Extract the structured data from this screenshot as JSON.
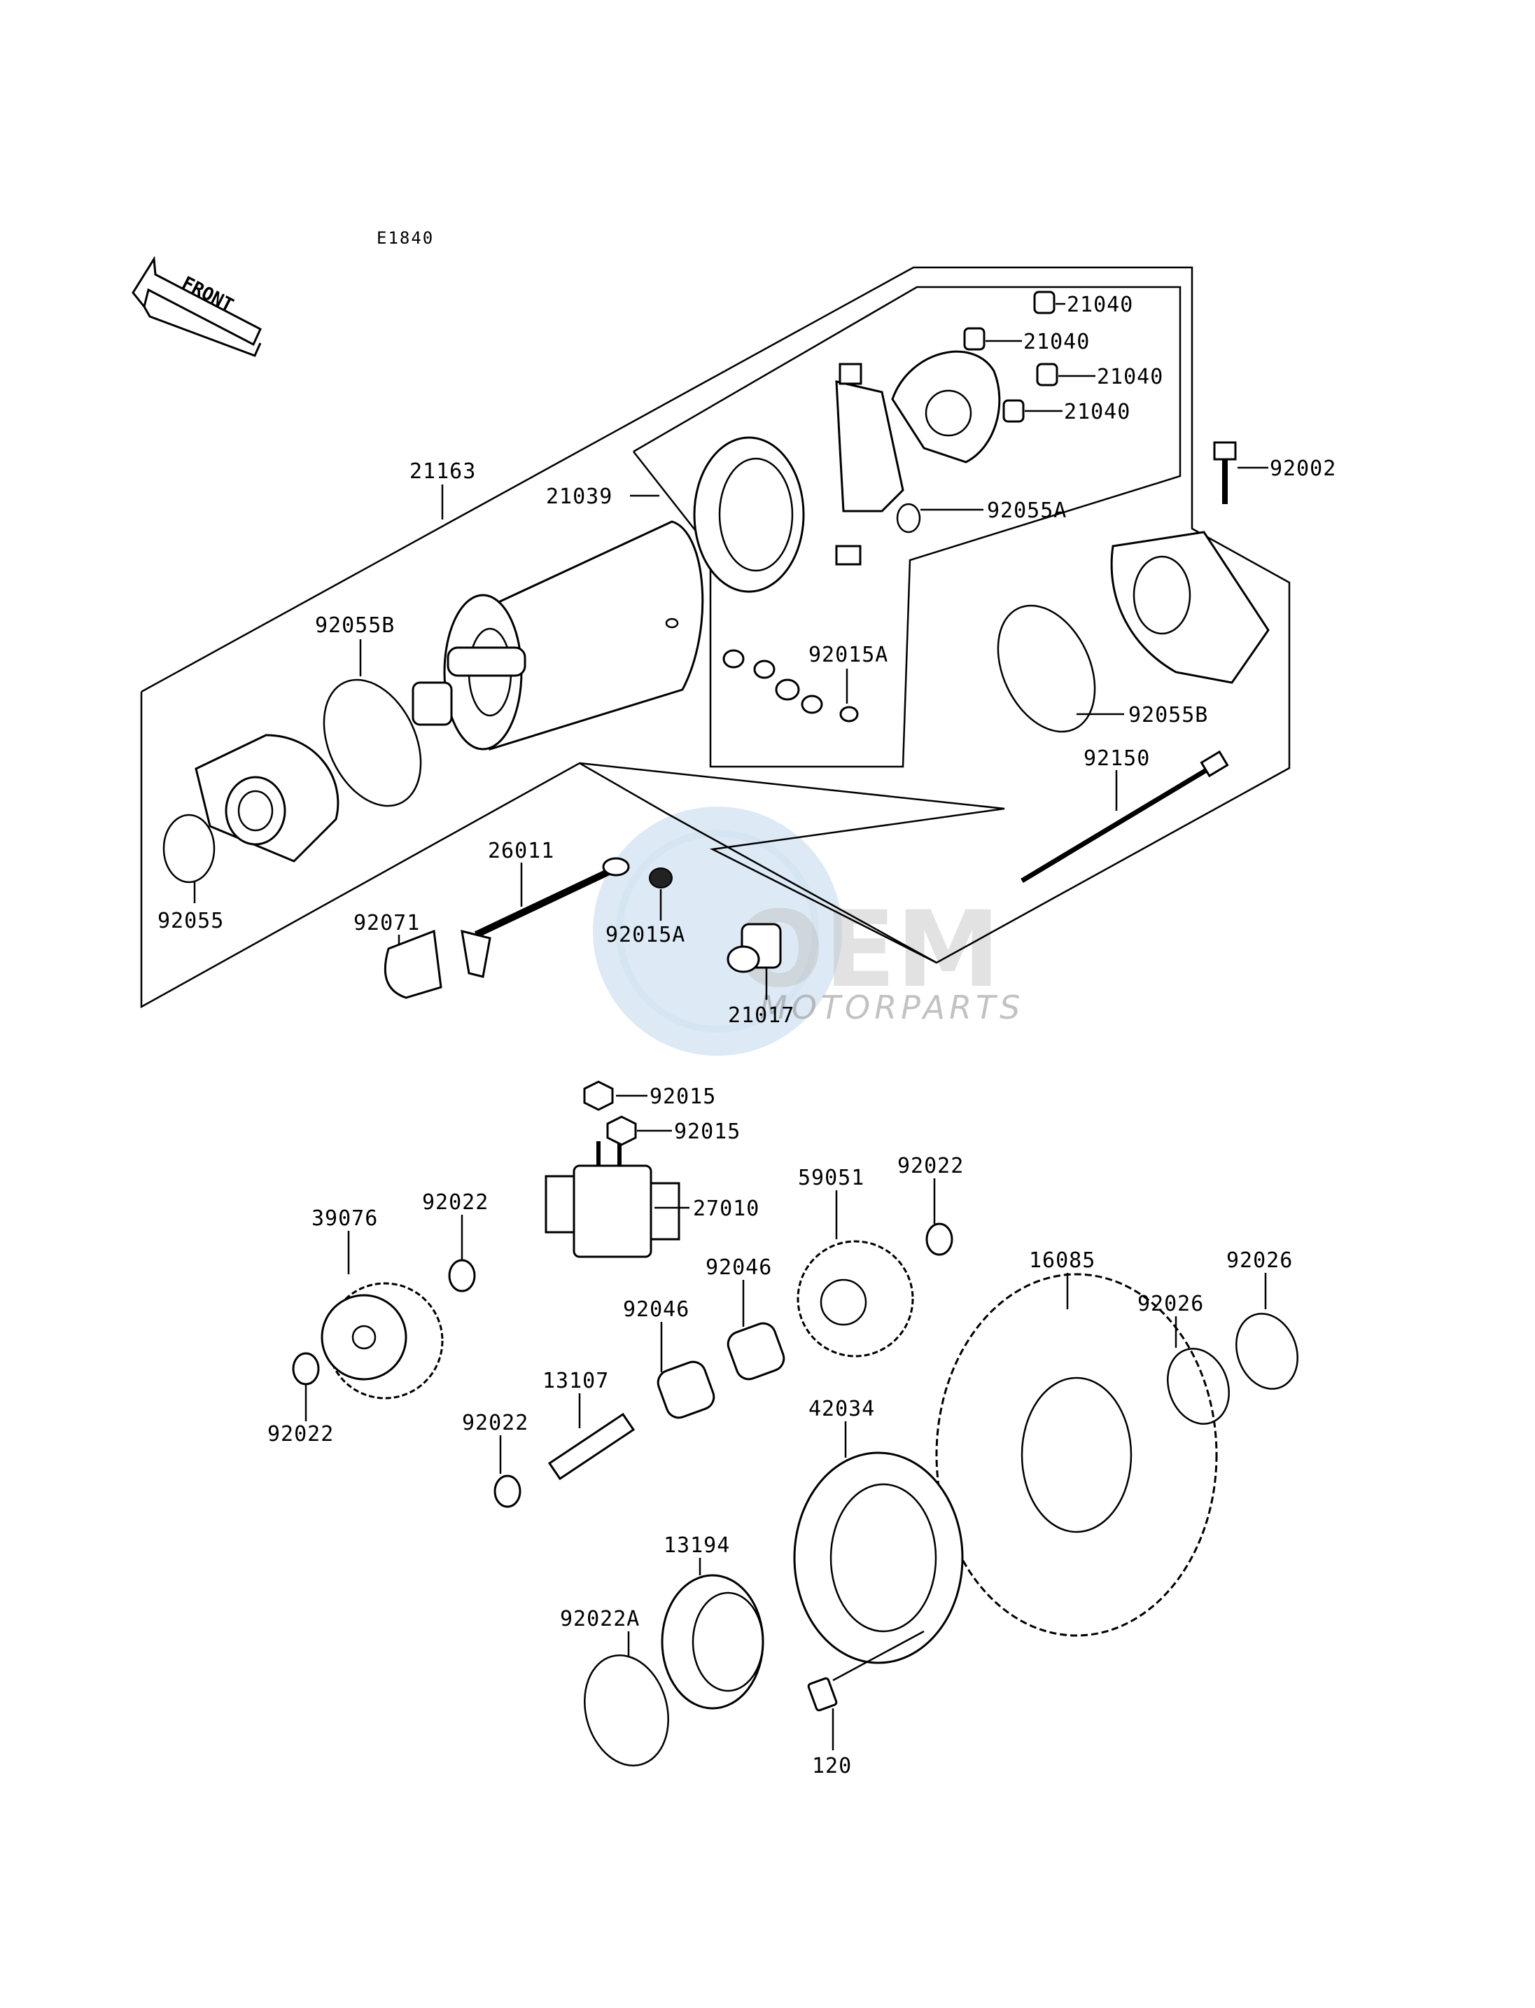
{
  "diagram_code": "E1840",
  "front_marker": "FRONT",
  "watermark": {
    "brand": "OEM",
    "subtitle": "MOTORPARTS"
  },
  "callouts": [
    {
      "id": "c-21040-a",
      "text": "21040"
    },
    {
      "id": "c-21040-b",
      "text": "21040"
    },
    {
      "id": "c-21040-c",
      "text": "21040"
    },
    {
      "id": "c-21040-d",
      "text": "21040"
    },
    {
      "id": "c-92002",
      "text": "92002"
    },
    {
      "id": "c-21163",
      "text": "21163"
    },
    {
      "id": "c-21039",
      "text": "21039"
    },
    {
      "id": "c-92055A",
      "text": "92055A"
    },
    {
      "id": "c-92055B-left",
      "text": "92055B"
    },
    {
      "id": "c-92015A-top",
      "text": "92015A"
    },
    {
      "id": "c-92055B-right",
      "text": "92055B"
    },
    {
      "id": "c-92150",
      "text": "92150"
    },
    {
      "id": "c-26011",
      "text": "26011"
    },
    {
      "id": "c-92071",
      "text": "92071"
    },
    {
      "id": "c-92055",
      "text": "92055"
    },
    {
      "id": "c-92015A-bottom",
      "text": "92015A"
    },
    {
      "id": "c-21017",
      "text": "21017"
    },
    {
      "id": "c-92015-a",
      "text": "92015"
    },
    {
      "id": "c-92015-b",
      "text": "92015"
    },
    {
      "id": "c-27010",
      "text": "27010"
    },
    {
      "id": "c-59051",
      "text": "59051"
    },
    {
      "id": "c-92022-top-right",
      "text": "92022"
    },
    {
      "id": "c-39076",
      "text": "39076"
    },
    {
      "id": "c-92022-top-left",
      "text": "92022"
    },
    {
      "id": "c-16085",
      "text": "16085"
    },
    {
      "id": "c-92026-right",
      "text": "92026"
    },
    {
      "id": "c-92046-upper",
      "text": "92046"
    },
    {
      "id": "c-92026-left",
      "text": "92026"
    },
    {
      "id": "c-92046-lower",
      "text": "92046"
    },
    {
      "id": "c-13107",
      "text": "13107"
    },
    {
      "id": "c-42034",
      "text": "42034"
    },
    {
      "id": "c-92022-left-bottom",
      "text": "92022"
    },
    {
      "id": "c-92022-mid",
      "text": "92022"
    },
    {
      "id": "c-13194",
      "text": "13194"
    },
    {
      "id": "c-92022A",
      "text": "92022A"
    },
    {
      "id": "c-120",
      "text": "120"
    }
  ]
}
